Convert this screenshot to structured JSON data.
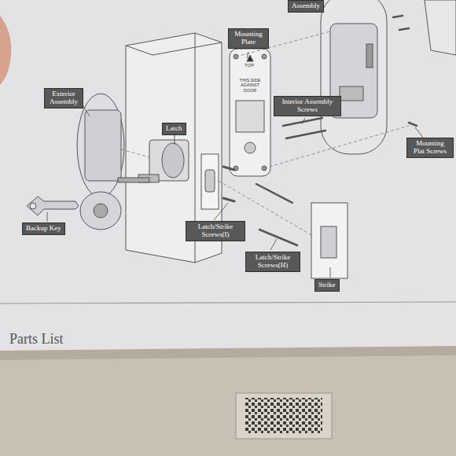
{
  "diagram": {
    "nodes": [
      {
        "text": [
          "Assembly"
        ]
      },
      {
        "text": [
          "Mounting Plate"
        ]
      },
      {
        "text": [
          "Exterior Assembly"
        ]
      },
      {
        "text": [
          "Interior Assembly Screws"
        ]
      },
      {
        "text": [
          "Latch"
        ]
      },
      {
        "text": [
          "Mounting Plat Screws"
        ]
      },
      {
        "text": [
          "Backup Key"
        ]
      },
      {
        "text": [
          "Latch/Strike Screws(I)"
        ]
      },
      {
        "text": [
          "Latch/Strike Screws(H)"
        ]
      },
      {
        "text": [
          "Strike"
        ]
      }
    ],
    "labels": [
      "TOP",
      "THIS SIDE AGAINST DOOR",
      "Parts List"
    ]
  }
}
